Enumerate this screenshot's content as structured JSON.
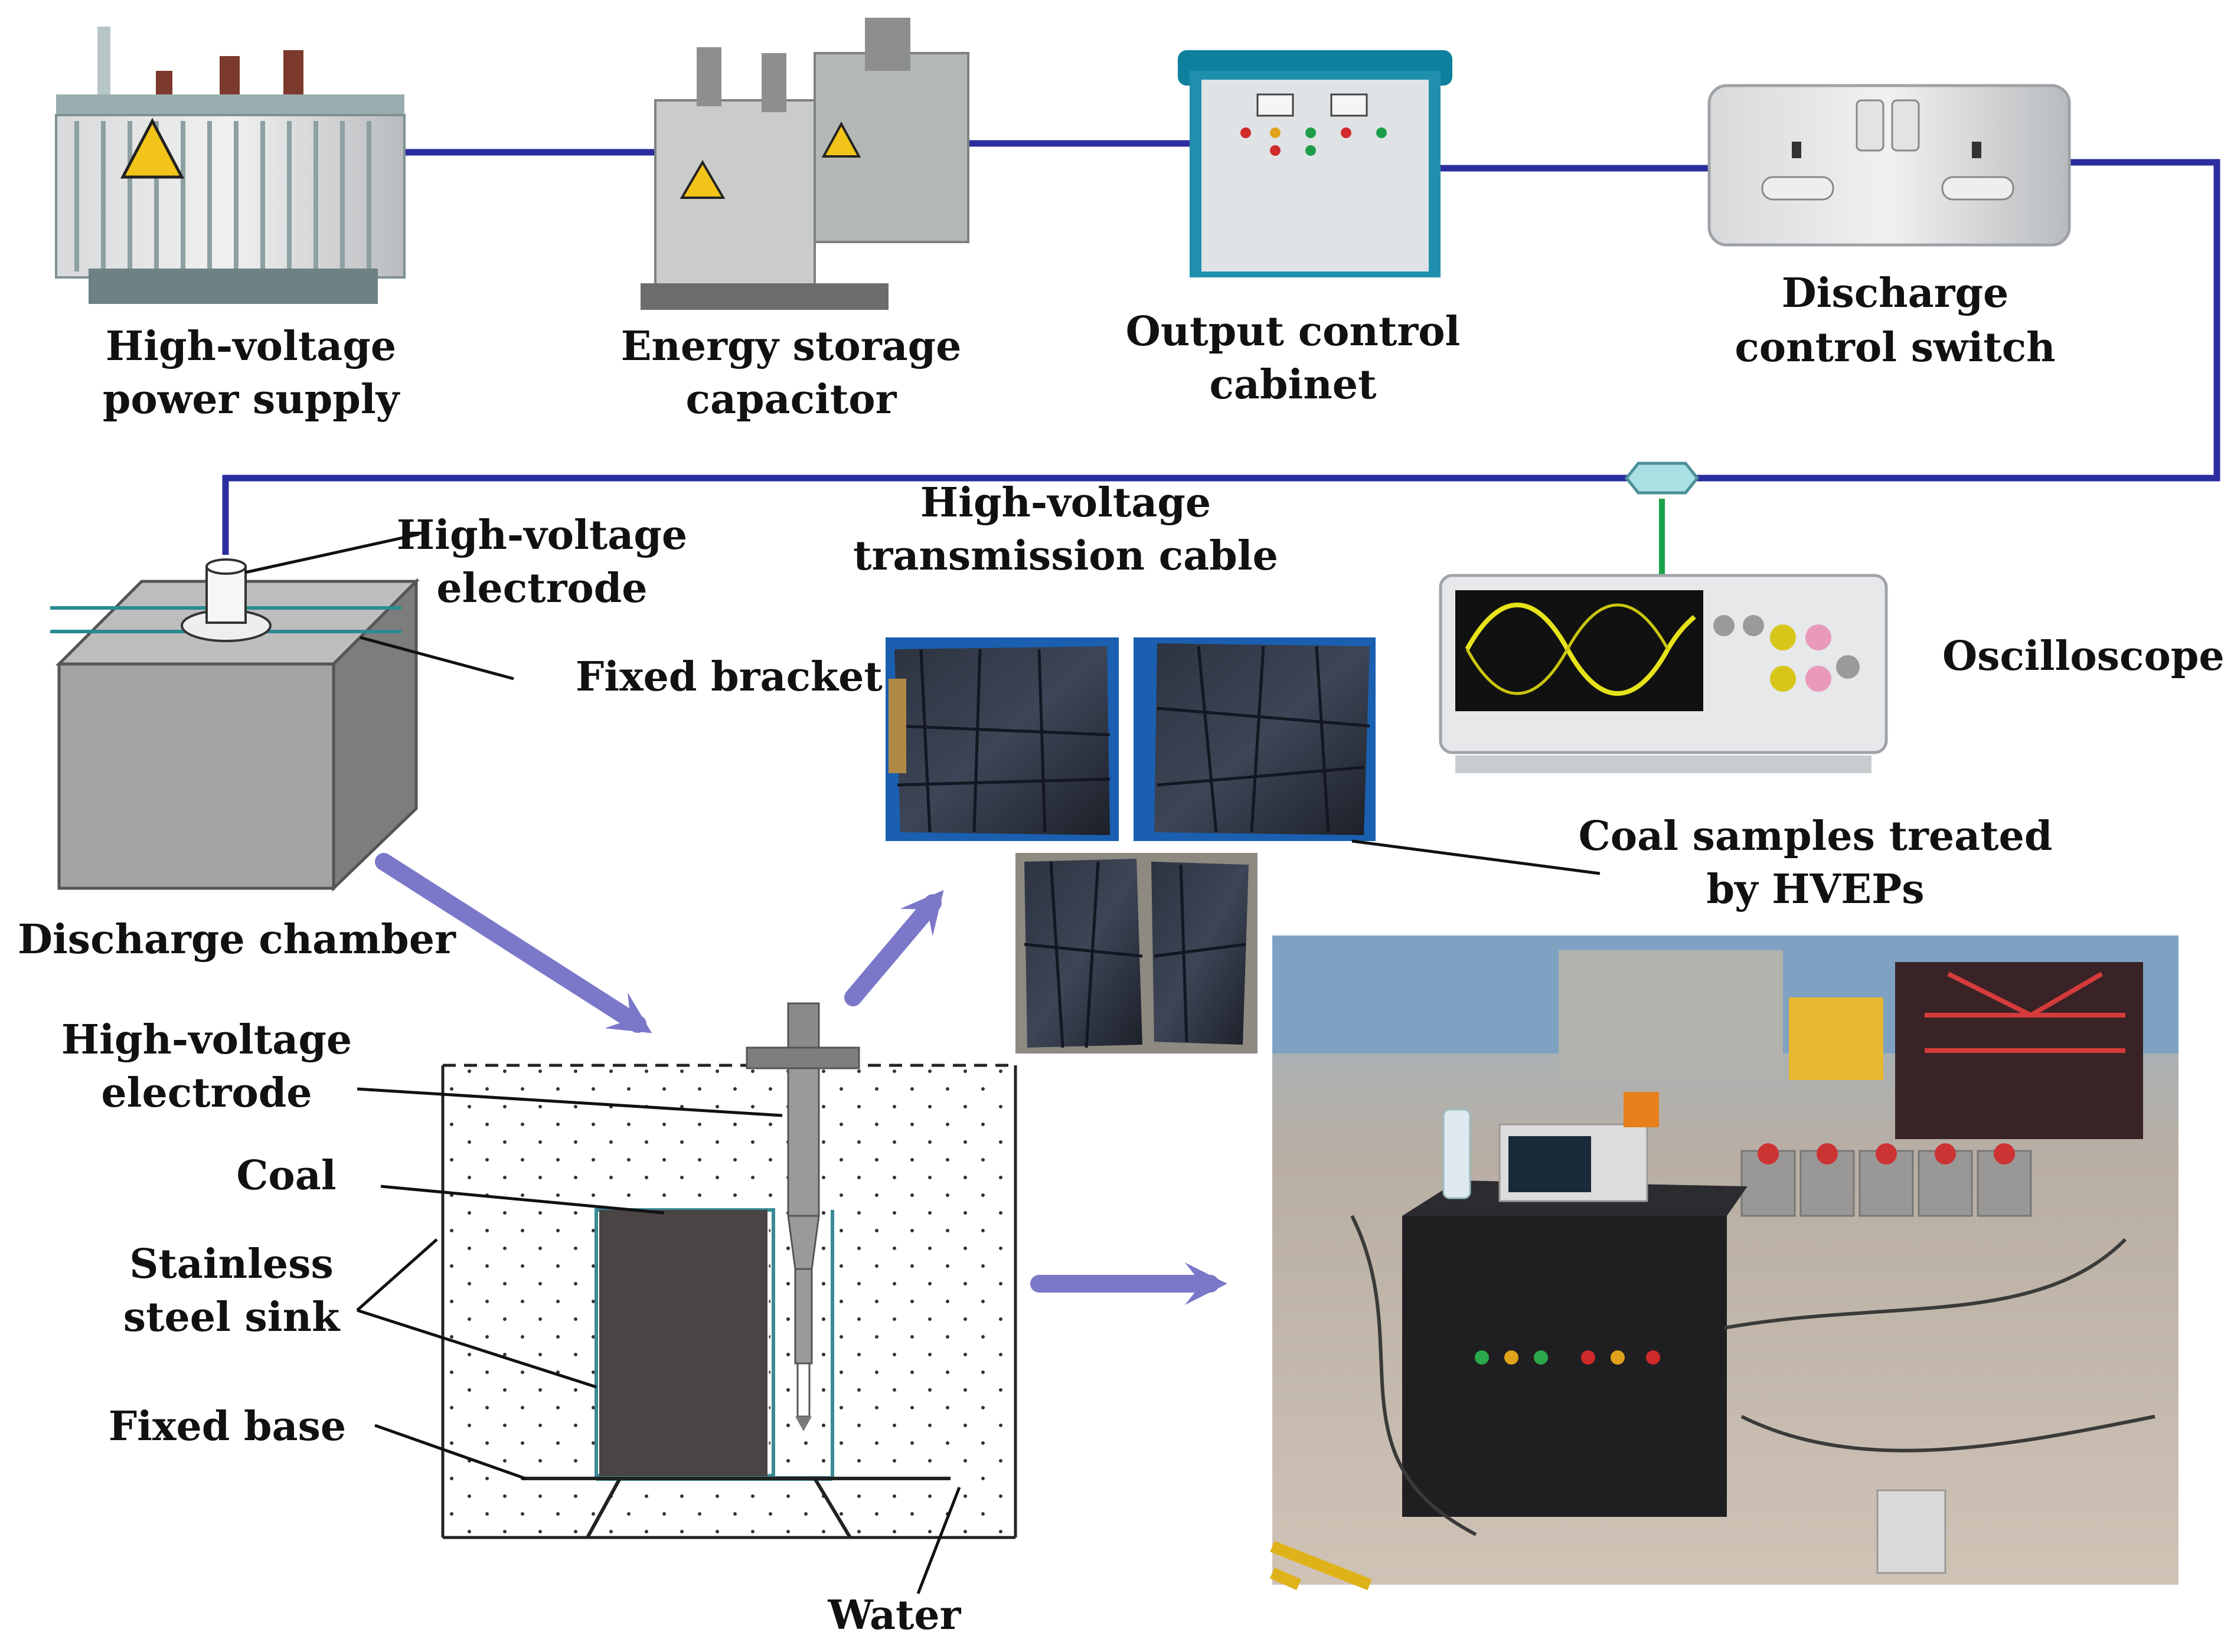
{
  "components": {
    "power_supply": {
      "label_lines": [
        "High-voltage",
        "power supply"
      ]
    },
    "capacitor": {
      "label_lines": [
        "Energy storage",
        "capacitor"
      ]
    },
    "cabinet": {
      "label_lines": [
        "Output control",
        "cabinet"
      ]
    },
    "switch": {
      "label_lines": [
        "Discharge",
        "control switch"
      ]
    },
    "cable": {
      "label_lines": [
        "High-voltage",
        "transmission cable"
      ]
    },
    "oscilloscope": {
      "label": "Oscilloscope"
    },
    "top_electrode": {
      "label_lines": [
        "High-voltage",
        "electrode"
      ]
    },
    "bracket": {
      "label": "Fixed bracket"
    },
    "chamber": {
      "label": "Discharge chamber"
    },
    "samples": {
      "label_lines": [
        "Coal samples treated",
        "by HVEPs"
      ]
    }
  },
  "cross_section": {
    "electrode_lines": [
      "High-voltage",
      "electrode"
    ],
    "coal": "Coal",
    "sink_lines": [
      "Stainless",
      "steel sink"
    ],
    "base": "Fixed base",
    "water": "Water"
  },
  "colors": {
    "wire": "#2b2d9e",
    "arrow": "#7b78c9",
    "tap": "#1aa34a",
    "connector": "#a9e0e3",
    "coal": "#4a4444",
    "sink_outline": "#3a8a95",
    "chamber": "#9a9a9a"
  }
}
